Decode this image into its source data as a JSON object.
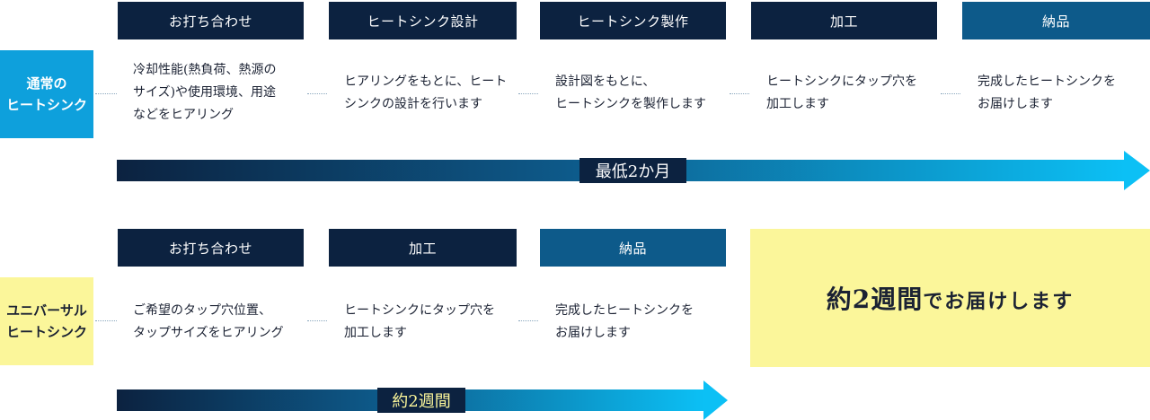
{
  "normal": {
    "label": "通常の\nヒートシンク",
    "steps": [
      {
        "title": "お打ち合わせ",
        "desc": "冷却性能(熱負荷、熱源の\nサイズ)や使用環境、用途\nなどをヒアリング"
      },
      {
        "title": "ヒートシンク設計",
        "desc": "ヒアリングをもとに、ヒート\nシンクの設計を行います"
      },
      {
        "title": "ヒートシンク製作",
        "desc": "設計図をもとに、\nヒートシンクを製作します"
      },
      {
        "title": "加工",
        "desc": "ヒートシンクにタップ穴を\n加工します"
      },
      {
        "title": "納品",
        "desc": "完成したヒートシンクを\nお届けします"
      }
    ],
    "duration": "最低2か月"
  },
  "universal": {
    "label": "ユニバーサル\nヒートシンク",
    "steps": [
      {
        "title": "お打ち合わせ",
        "desc": "ご希望のタップ穴位置、\nタップサイズをヒアリング"
      },
      {
        "title": "加工",
        "desc": "ヒートシンクにタップ穴を\n加工します"
      },
      {
        "title": "納品",
        "desc": "完成したヒートシンクを\nお届けします"
      }
    ],
    "duration": "約2週間",
    "callout_main": "約2週間",
    "callout_sub": "でお届けします"
  },
  "colors": {
    "header_dark": "#0c2240",
    "header_mid": "#0d5a8a",
    "normal_label_bg": "#0ea0dc",
    "universal_label_bg": "#fbf69a",
    "arrow_start": "#0c2240",
    "arrow_end": "#0cc0f5"
  }
}
